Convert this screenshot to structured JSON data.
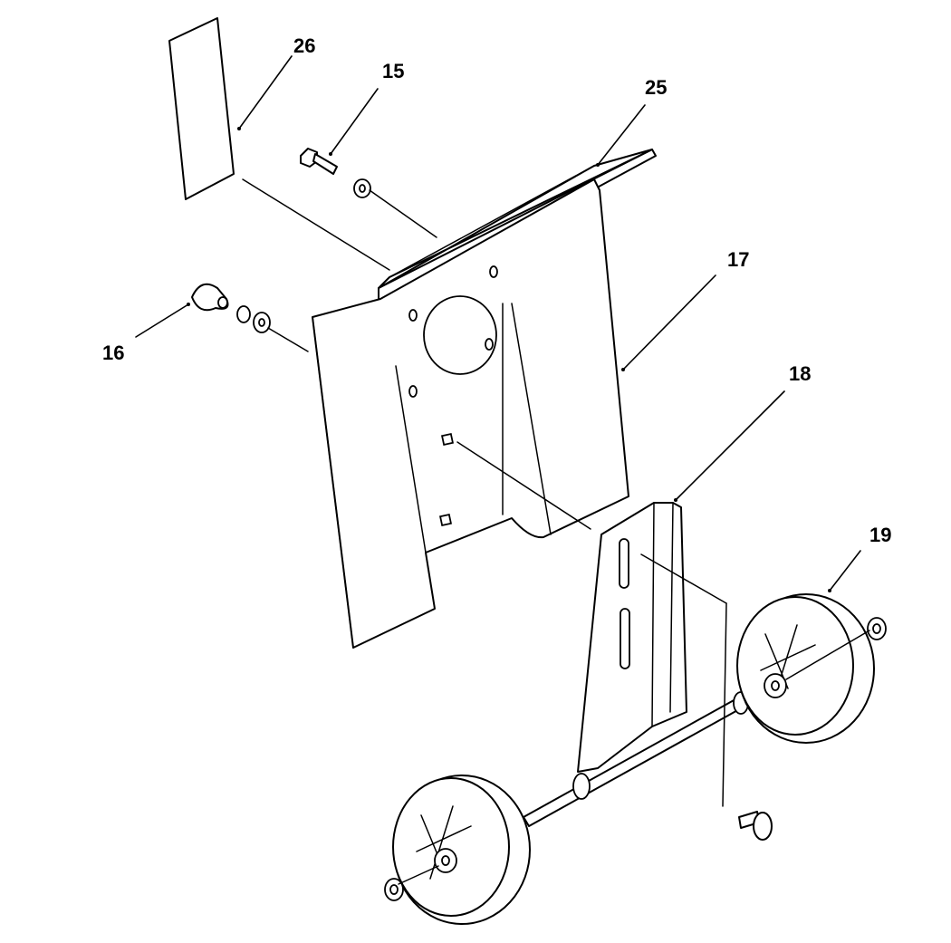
{
  "callouts": {
    "c15": "15",
    "c16": "16",
    "c17": "17",
    "c18": "18",
    "c19": "19",
    "c25": "25",
    "c26": "26"
  }
}
